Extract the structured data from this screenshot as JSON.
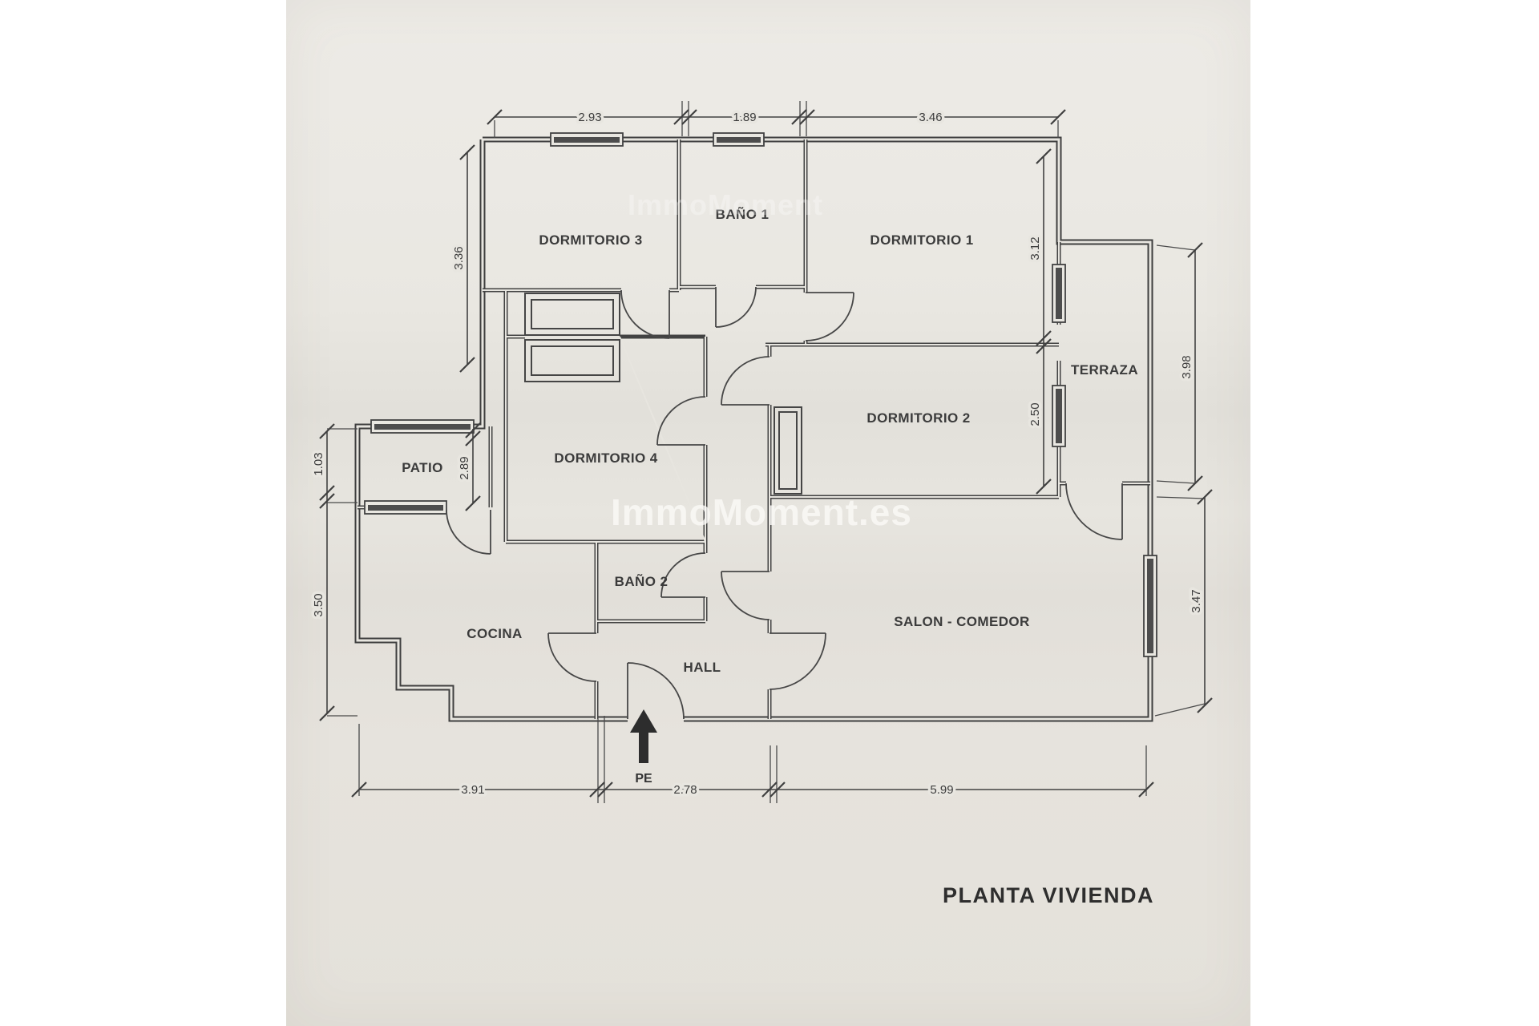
{
  "title": "PLANTA VIVIENDA",
  "watermark": {
    "main": "ImmoMoment.es",
    "ghost": "ImmoMoment"
  },
  "entrance": {
    "label": "PE",
    "icon": "up-arrow"
  },
  "rooms": [
    {
      "id": "dormitorio-3",
      "label": "DORMITORIO 3"
    },
    {
      "id": "bano-1",
      "label": "BAÑO 1"
    },
    {
      "id": "dormitorio-1",
      "label": "DORMITORIO 1"
    },
    {
      "id": "terraza",
      "label": "TERRAZA"
    },
    {
      "id": "dormitorio-2",
      "label": "DORMITORIO 2"
    },
    {
      "id": "dormitorio-4",
      "label": "DORMITORIO 4"
    },
    {
      "id": "patio",
      "label": "PATIO"
    },
    {
      "id": "bano-2",
      "label": "BAÑO 2"
    },
    {
      "id": "cocina",
      "label": "COCINA"
    },
    {
      "id": "hall",
      "label": "HALL"
    },
    {
      "id": "salon-comedor",
      "label": "SALON - COMEDOR"
    }
  ],
  "dimensions": {
    "top": [
      {
        "value": "2.93"
      },
      {
        "value": "1.89"
      },
      {
        "value": "3.46"
      }
    ],
    "left": [
      {
        "value": "3.36"
      },
      {
        "value": "1.03"
      },
      {
        "value": "3.50"
      },
      {
        "value": "2.89"
      }
    ],
    "right": [
      {
        "value": "3.12"
      },
      {
        "value": "2.50"
      },
      {
        "value": "3.98"
      },
      {
        "value": "3.47"
      }
    ],
    "bottom": [
      {
        "value": "3.91"
      },
      {
        "value": "2.78"
      },
      {
        "value": "5.99"
      }
    ]
  },
  "colors": {
    "paper": "#e8e6e0",
    "ink": "#3f3f3f",
    "window_fill": "#4d4d4d",
    "watermark": "#fcfbf8",
    "page_background": "#ffffff"
  }
}
